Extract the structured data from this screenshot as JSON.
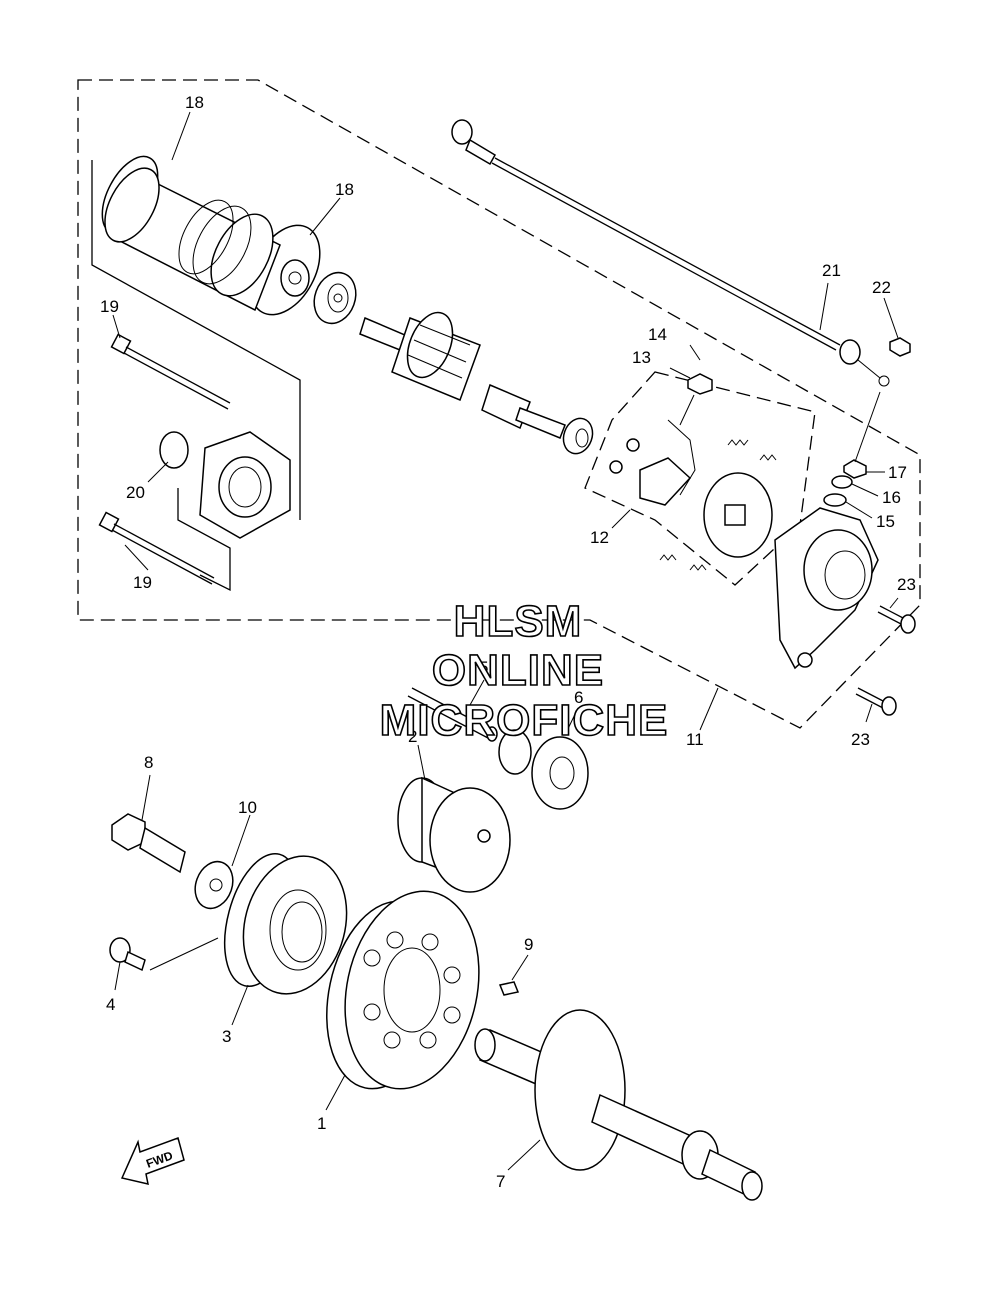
{
  "watermark": {
    "line1": "HLSM",
    "line2": "ONLINE",
    "line3": "MICROFICHE"
  },
  "fwd_label": "FWD",
  "callouts": {
    "c18a": "18",
    "c18b": "18",
    "c19a": "19",
    "c19b": "19",
    "c20": "20",
    "c21": "21",
    "c22": "22",
    "c14": "14",
    "c13": "13",
    "c12": "12",
    "c17": "17",
    "c16": "16",
    "c15": "15",
    "c23a": "23",
    "c23b": "23",
    "c11": "11",
    "c5": "5",
    "c6": "6",
    "c2": "2",
    "c8": "8",
    "c10": "10",
    "c4": "4",
    "c3": "3",
    "c9": "9",
    "c1": "1",
    "c7": "7"
  }
}
